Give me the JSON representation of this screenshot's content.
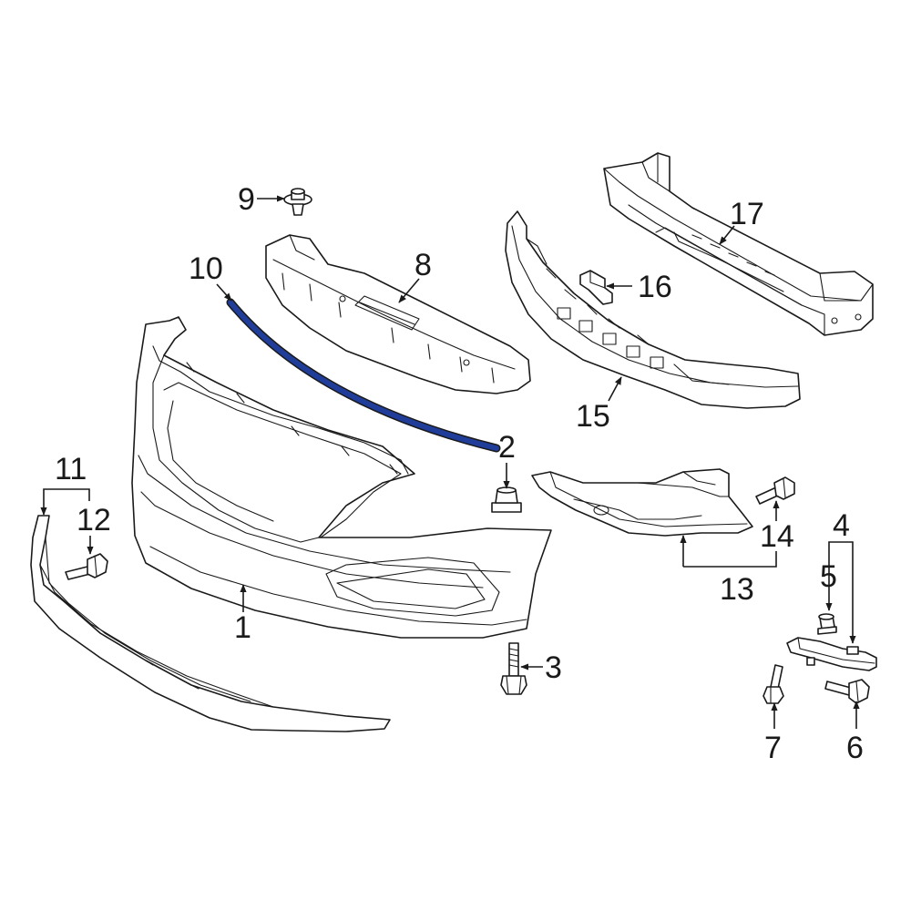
{
  "diagram": {
    "highlight_color": "#1f3d99",
    "line_color": "#1a1a1a",
    "background": "#ffffff",
    "callouts": {
      "c1": "1",
      "c2": "2",
      "c3": "3",
      "c4": "4",
      "c5": "5",
      "c6": "6",
      "c7": "7",
      "c8": "8",
      "c9": "9",
      "c10": "10",
      "c11": "11",
      "c12": "12",
      "c13": "13",
      "c14": "14",
      "c15": "15",
      "c16": "16",
      "c17": "17"
    }
  }
}
